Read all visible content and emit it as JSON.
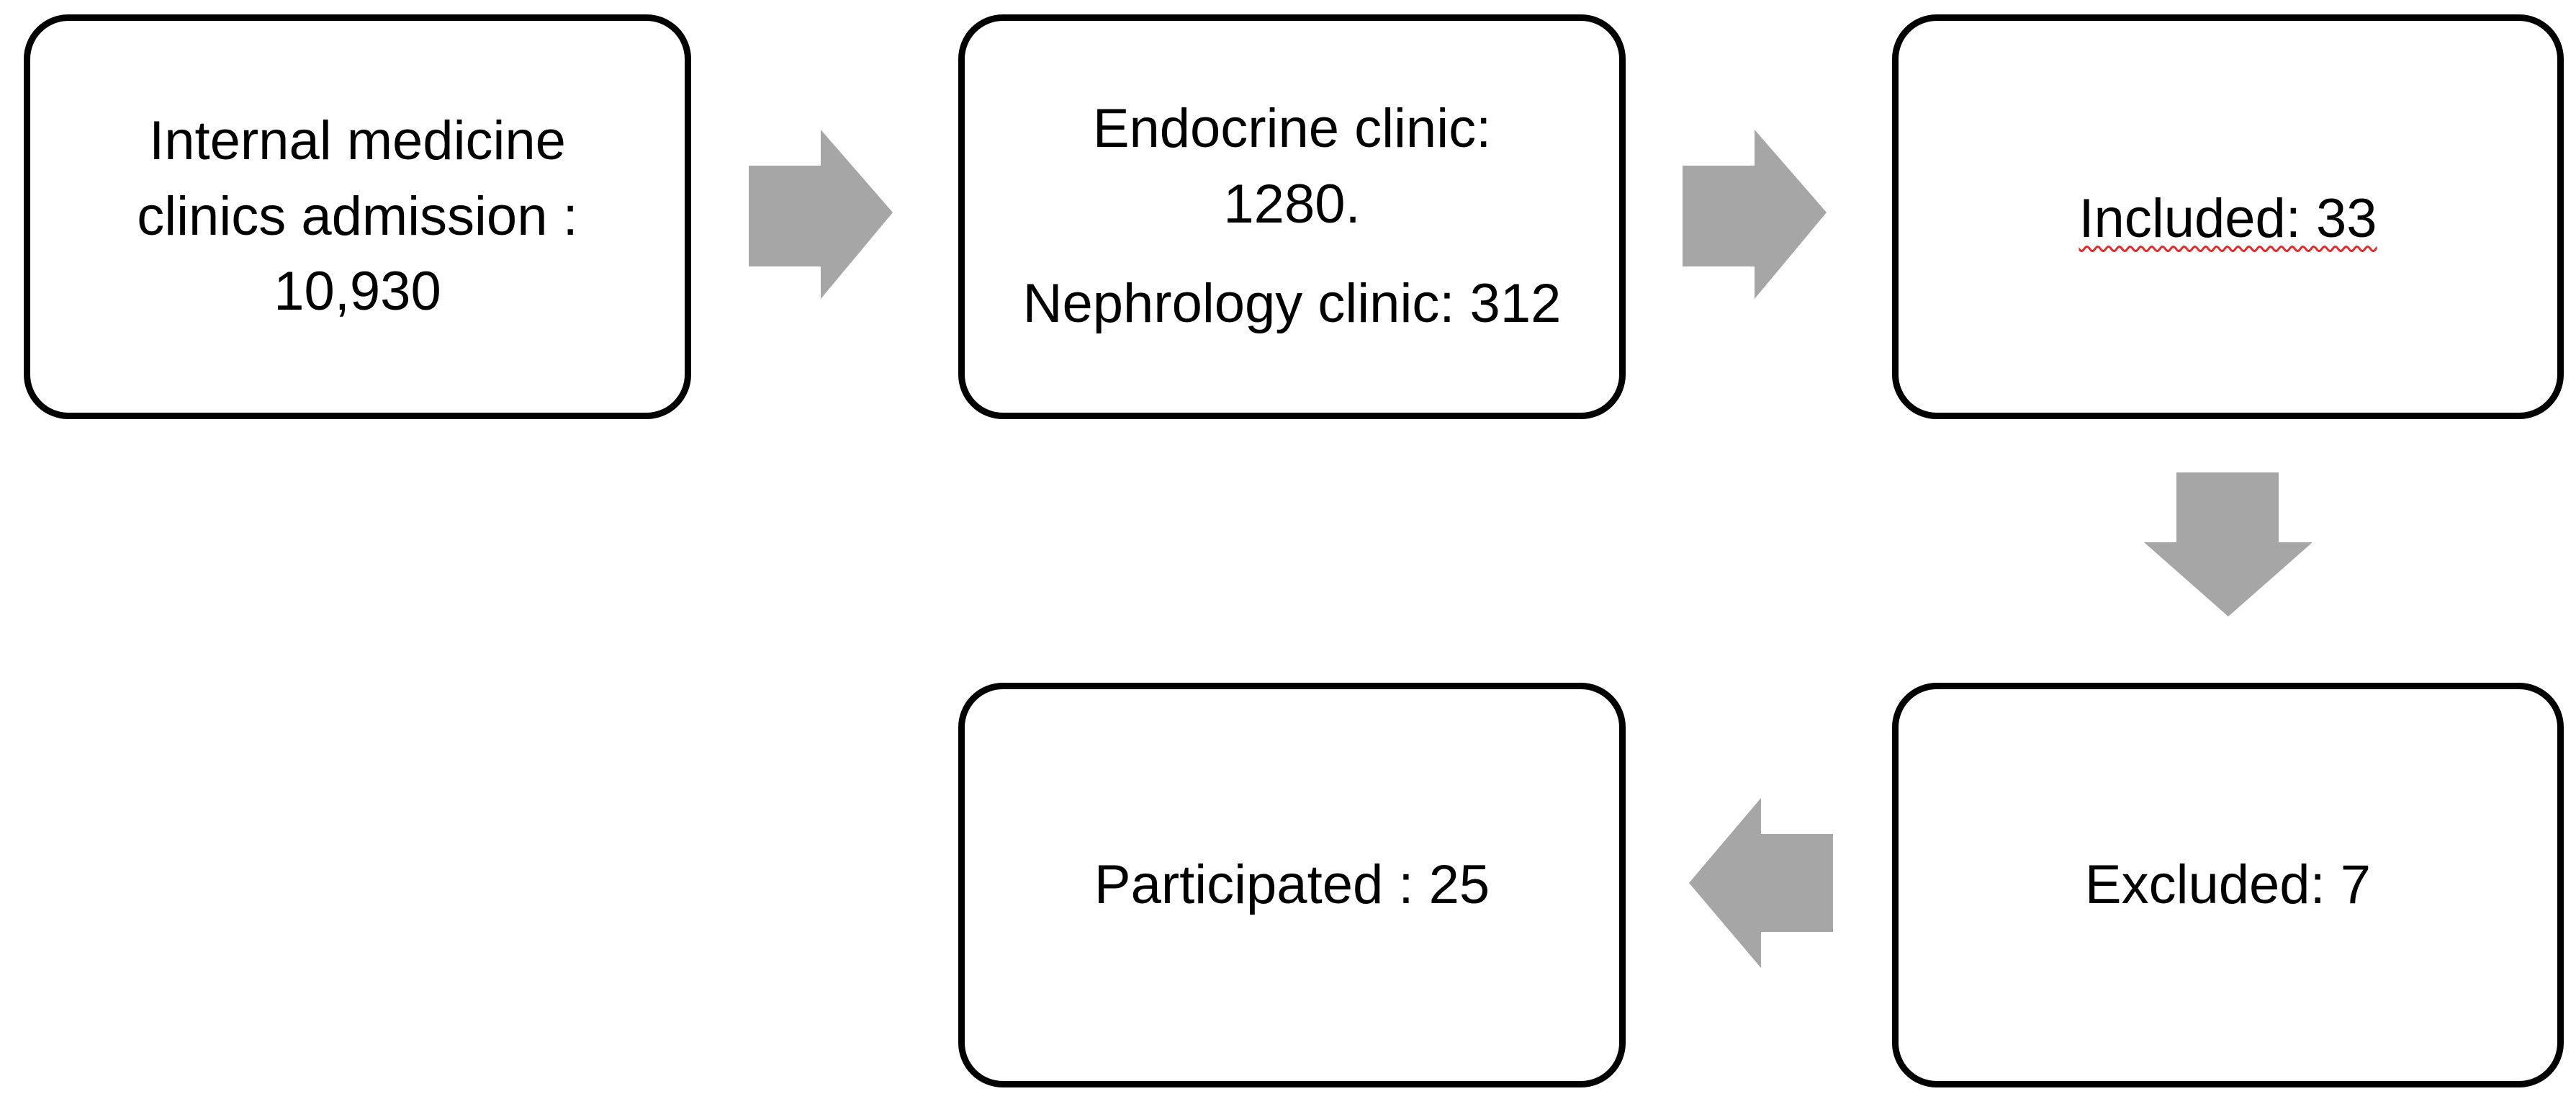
{
  "flowchart": {
    "steps": {
      "admission": {
        "lines": [
          "Internal medicine",
          "clinics admission :",
          "10,930"
        ]
      },
      "clinics": {
        "endocrine_lines": [
          "Endocrine clinic:",
          "1280."
        ],
        "nephrology": "Nephrology clinic: 312"
      },
      "included": {
        "label": "Included: 33"
      },
      "excluded": {
        "label": "Excluded: 7"
      },
      "participated": {
        "label": "Participated : 25"
      }
    },
    "arrows": [
      {
        "from": "admission",
        "to": "clinics",
        "direction": "right"
      },
      {
        "from": "clinics",
        "to": "included",
        "direction": "right"
      },
      {
        "from": "included",
        "to": "excluded",
        "direction": "down"
      },
      {
        "from": "excluded",
        "to": "participated",
        "direction": "left"
      }
    ],
    "colors": {
      "box_border": "#000000",
      "box_fill": "#ffffff",
      "arrow_fill": "#a6a6a6",
      "spellcheck_underline": "#e32b2b"
    }
  }
}
